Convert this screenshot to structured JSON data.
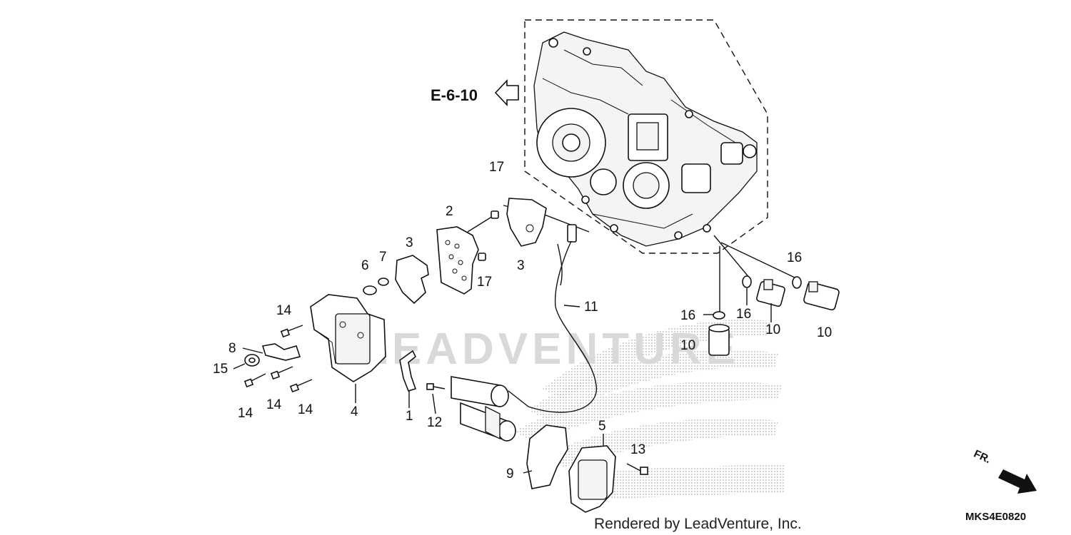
{
  "reference": {
    "label": "E-6-10"
  },
  "diagram_code": "MKS4E0820",
  "credit": "Rendered by LeadVenture, Inc.",
  "front_indicator": "FR.",
  "watermark": "LEADVENTURE",
  "callouts": [
    {
      "id": "1",
      "text": "1"
    },
    {
      "id": "2",
      "text": "2"
    },
    {
      "id": "3a",
      "text": "3"
    },
    {
      "id": "3b",
      "text": "3"
    },
    {
      "id": "4",
      "text": "4"
    },
    {
      "id": "5",
      "text": "5"
    },
    {
      "id": "6",
      "text": "6"
    },
    {
      "id": "7",
      "text": "7"
    },
    {
      "id": "8",
      "text": "8"
    },
    {
      "id": "9",
      "text": "9"
    },
    {
      "id": "10a",
      "text": "10"
    },
    {
      "id": "10b",
      "text": "10"
    },
    {
      "id": "10c",
      "text": "10"
    },
    {
      "id": "11",
      "text": "11"
    },
    {
      "id": "12",
      "text": "12"
    },
    {
      "id": "13",
      "text": "13"
    },
    {
      "id": "14a",
      "text": "14"
    },
    {
      "id": "14b",
      "text": "14"
    },
    {
      "id": "14c",
      "text": "14"
    },
    {
      "id": "14d",
      "text": "14"
    },
    {
      "id": "15",
      "text": "15"
    },
    {
      "id": "16a",
      "text": "16"
    },
    {
      "id": "16b",
      "text": "16"
    },
    {
      "id": "16c",
      "text": "16"
    },
    {
      "id": "17a",
      "text": "17"
    },
    {
      "id": "17b",
      "text": "17"
    }
  ]
}
